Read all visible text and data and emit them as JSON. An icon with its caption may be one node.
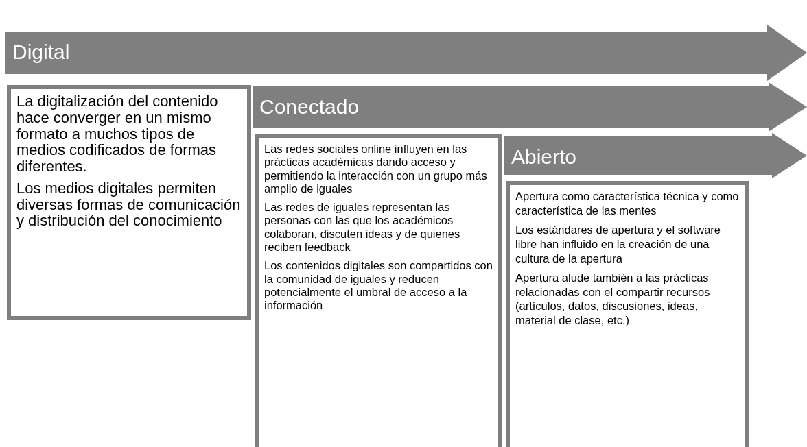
{
  "diagram": {
    "nodes": [
      {
        "text": [
          "Digital"
        ]
      },
      {
        "text": [
          "La digitalización del contenido hace converger en un mismo formato a muchos tipos de medios codificados de formas diferentes.",
          "Los medios digitales permiten diversas formas de comunicación y distribución del conocimiento"
        ]
      },
      {
        "text": [
          "Conectado"
        ]
      },
      {
        "text": [
          "Las redes sociales online influyen en las prácticas académicas dando acceso y permitiendo la interacción con un grupo más amplio de iguales",
          "Las redes de iguales representan las personas con las que los académicos colaboran, discuten ideas y de quienes reciben feedback",
          "Los contenidos digitales son compartidos con la comunidad de iguales y reducen potencialmente el umbral de acceso a la información"
        ]
      },
      {
        "text": [
          "Abierto"
        ]
      },
      {
        "text": [
          "Apertura como característica técnica y como característica de las mentes",
          "Los estándares de apertura y el software libre han influido en la creación de una cultura de la apertura",
          "Apertura alude también a las prácticas relacionadas con el compartir recursos (artículos, datos, discusiones, ideas, material de clase, etc.)"
        ]
      }
    ],
    "edges": []
  }
}
